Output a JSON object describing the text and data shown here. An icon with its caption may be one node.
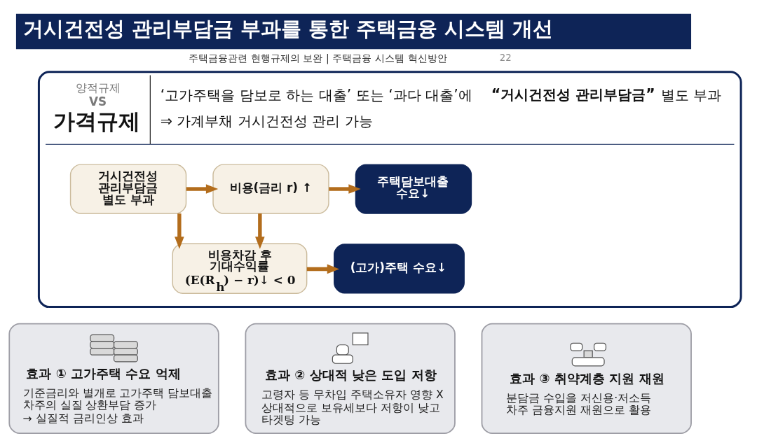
{
  "diagram": {
    "title": "거시건전성 관리부담금 부과를 통한 주택금융 시스템 개선",
    "nodes": [
      {
        "text": [
          "양적규제",
          "VS",
          "가격규제",
          "‘고가주택을 담보로 하는 대출’ 또는 ‘과다 대출’에 **“거시건전성 관리부담금”** 별도 부과",
          "⇒ 가계부채 거시건전성 관리 가능"
        ]
      },
      {
        "text": [
          "거시건전성 관리부담금 별도 부과"
        ],
        "in": 0
      },
      {
        "text": [
          "비용(금리 r) ↑"
        ],
        "in": 0
      },
      {
        "text": [
          "비용차감 후 기대수익률",
          "(E(R$_{h}$) − r)↓ < 0"
        ],
        "in": 0
      },
      {
        "text": [
          "주택담보대출 수요↓"
        ],
        "in": 0
      },
      {
        "text": [
          "(고가)주택 수요↓"
        ],
        "in": 0
      },
      {
        "text": [
          "효과 ① 고가주택 수요 억제",
          "기준금리와 별개로 고가주택 담보대출 차주의 실질 상환부담 증가",
          "→ 실질적 금리인상 효과"
        ]
      },
      {
        "text": [
          "효과 ② 상대적 낮은 도입 저항",
          "고령자 등 무차입 주택소유자 영향 X",
          "상대적으로 보유세보다 저항이 낮고 타겟팅 가능"
        ]
      },
      {
        "text": [
          "효과 ③ 취약계층 지원 재원",
          "분담금 수입을 저신용·저소득 차주 금융지원 재원으로 활용"
        ]
      }
    ],
    "edges": [
      {
        "from": 1,
        "to": 2,
        "arrow": "to"
      },
      {
        "from": 1,
        "to": 3,
        "arrow": "to"
      },
      {
        "from": 2,
        "to": 4,
        "arrow": "to"
      },
      {
        "from": 2,
        "to": 3,
        "arrow": "to"
      },
      {
        "from": 3,
        "to": 5,
        "arrow": "to"
      }
    ],
    "labels": [
      "주택금융관련 현행규제의 보완 | 주택금융 시스템 혁신방안",
      "22"
    ]
  }
}
